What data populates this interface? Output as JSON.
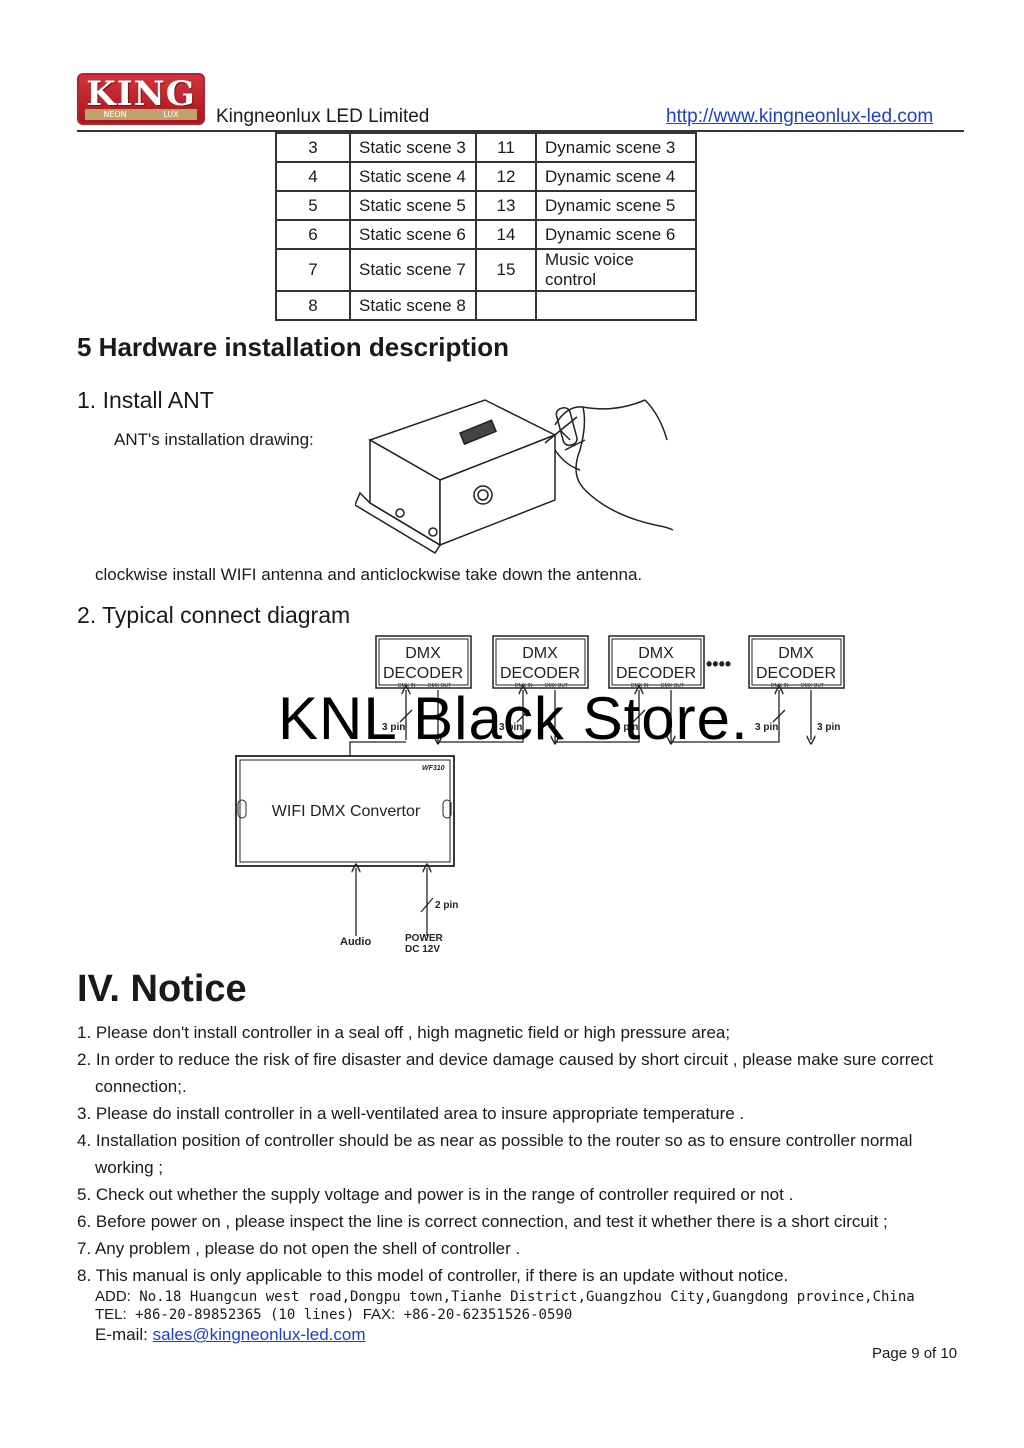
{
  "header": {
    "logo_text": "KING",
    "logo_sub_left": "NEON",
    "logo_sub_right": "LUX",
    "company": "Kingneonlux LED Limited",
    "url": "http://www.kingneonlux-led.com"
  },
  "scene_table": {
    "rows": [
      {
        "n1": "3",
        "s1": "Static scene 3",
        "n2": "11",
        "s2": "Dynamic scene 3"
      },
      {
        "n1": "4",
        "s1": "Static scene 4",
        "n2": "12",
        "s2": "Dynamic scene 4"
      },
      {
        "n1": "5",
        "s1": "Static scene 5",
        "n2": "13",
        "s2": "Dynamic scene 5"
      },
      {
        "n1": "6",
        "s1": "Static scene 6",
        "n2": "14",
        "s2": "Dynamic scene 6"
      },
      {
        "n1": "7",
        "s1": "Static scene 7",
        "n2": "15",
        "s2": "Music voice control"
      },
      {
        "n1": "8",
        "s1": "Static scene 8",
        "n2": "",
        "s2": ""
      }
    ]
  },
  "section5": {
    "title": "5 Hardware installation description",
    "install_ant": {
      "heading": "1. Install ANT",
      "caption": "ANT's installation drawing:",
      "note": "clockwise install WIFI antenna and anticlockwise take down the antenna."
    },
    "diagram": {
      "heading": "2. Typical connect diagram",
      "decoder_line1": "DMX",
      "decoder_line2": "DECODER",
      "dmx_in": "DMX IN",
      "dmx_out": "DMX OUT",
      "pin3": "3 pin",
      "pin2": "2 pin",
      "convertor_label": "WIFI DMX Convertor",
      "model": "WF310",
      "audio": "Audio",
      "power1": "POWER",
      "power2": "DC 12V",
      "dots": "••••"
    },
    "watermark": "KNL Black Store."
  },
  "notice": {
    "title": "IV. Notice",
    "items": [
      "1. Please don't install controller in a seal off , high magnetic field or high pressure area;",
      "2. In order to reduce the risk of fire disaster and device damage caused by short circuit , please make sure correct connection;.",
      "3. Please do install controller in a well-ventilated area to insure appropriate temperature .",
      "4. Installation position of controller should be as near as possible to the router so as to ensure controller normal working ;",
      "5. Check out whether the supply voltage and power is in the range of controller required or not .",
      "6. Before power on , please inspect the line is correct connection, and test it whether there is a short circuit ;",
      "7. Any problem , please do not open the shell of controller .",
      "8. This manual is only applicable to this model of controller, if there is an update without notice."
    ]
  },
  "footer": {
    "add_label": "ADD:",
    "address": "No.18 Huangcun west road,Dongpu town,Tianhe District,Guangzhou City,Guangdong province,China",
    "tel_label": "TEL:",
    "tel": "+86-20-89852365 (10 lines)",
    "fax_label": "FAX:",
    "fax": "+86-20-62351526-0590",
    "email_label": "E-mail:",
    "email": "sales@kingneonlux-led.com",
    "page": "Page 9 of 10"
  }
}
